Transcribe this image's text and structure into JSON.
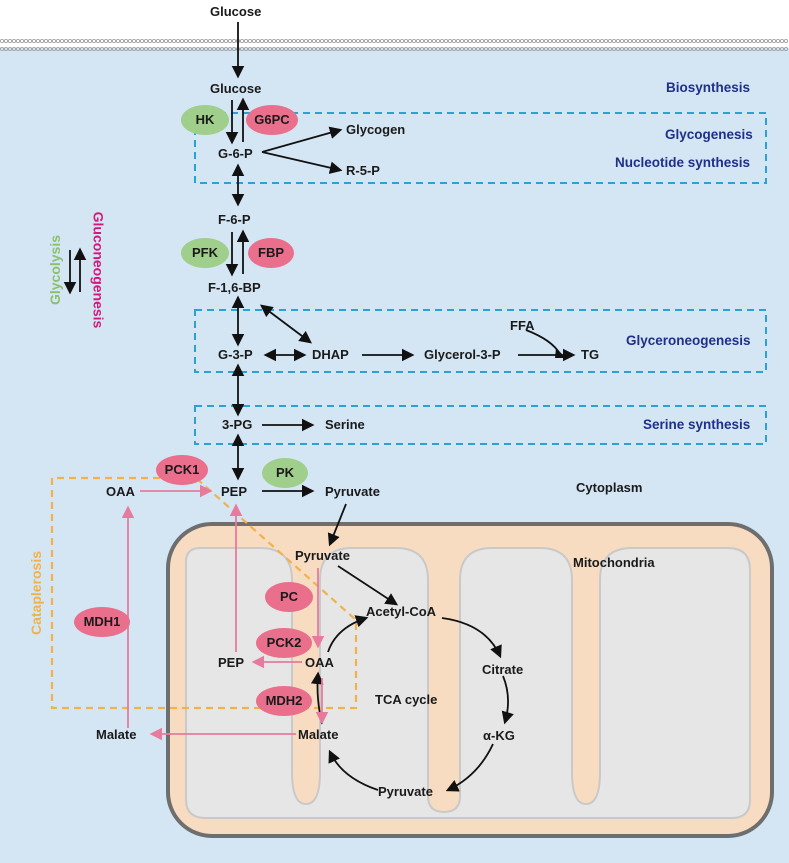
{
  "labels": {
    "glucose_outside": "Glucose",
    "glucose": "Glucose",
    "g6p": "G-6-P",
    "glycogen": "Glycogen",
    "r5p": "R-5-P",
    "f6p": "F-6-P",
    "f16bp": "F-1,6-BP",
    "g3p": "G-3-P",
    "dhap": "DHAP",
    "glycerol3p": "Glycerol-3-P",
    "ffa": "FFA",
    "tg": "TG",
    "pg3": "3-PG",
    "serine": "Serine",
    "oaa_cyto": "OAA",
    "pep_cyto": "PEP",
    "pyruvate_cyto": "Pyruvate",
    "cytoplasm": "Cytoplasm",
    "mitochondria": "Mitochondria",
    "pyruvate_mito": "Pyruvate",
    "acetylcoa": "Acetyl-CoA",
    "citrate": "Citrate",
    "akg": "α-KG",
    "pyruvate_bottom": "Pyruvate",
    "malate_mito": "Malate",
    "oaa_mito": "OAA",
    "pep_mito": "PEP",
    "tca": "TCA cycle",
    "malate_cyto": "Malate"
  },
  "blue_labels": {
    "biosynthesis": "Biosynthesis",
    "glycogenesis": "Glycogenesis",
    "nucleotide": "Nucleotide synthesis",
    "glyceroneogenesis": "Glyceroneogenesis",
    "serine_synthesis": "Serine synthesis"
  },
  "enzymes": {
    "hk": "HK",
    "g6pc": "G6PC",
    "pfk": "PFK",
    "fbp": "FBP",
    "pck1": "PCK1",
    "pk": "PK",
    "pc": "PC",
    "pck2": "PCK2",
    "mdh2": "MDH2",
    "mdh1": "MDH1"
  },
  "side_labels": {
    "glycolysis": "Glycolysis",
    "gluconeogenesis": "Gluconeogenesis",
    "cataplerosis": "Cataplerosis"
  },
  "colors": {
    "cytoplasm_bg": "#d4e6f4",
    "mito_fill": "#f8dcc2",
    "mito_border": "#6e6e6e",
    "cristae_fill": "#e6e6e6",
    "box_border": "#2aa3d3",
    "pink_arrow": "#e87a9d",
    "cataplerosis_dash": "#f2b24a",
    "glycolysis_green": "#8cc06e",
    "gluconeogenesis_magenta": "#d4187a",
    "blue_text": "#1f2f8a",
    "enzyme_green": "#9fcf8b",
    "enzyme_pink": "#ea6f8c"
  }
}
